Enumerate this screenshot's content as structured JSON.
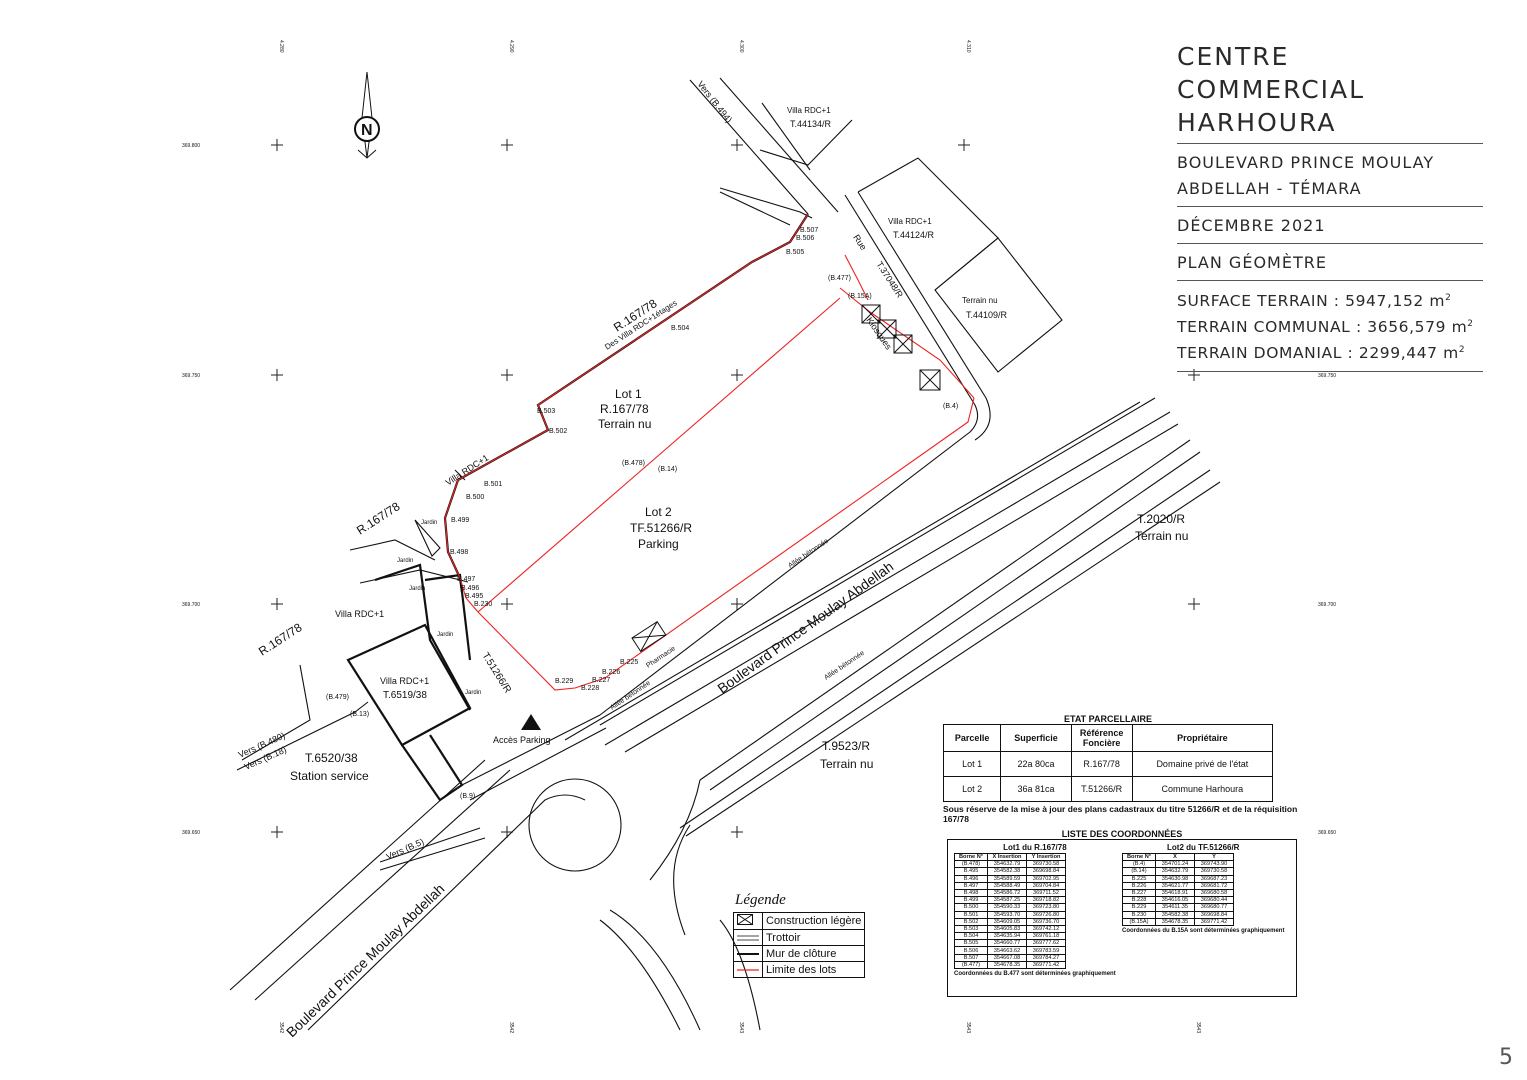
{
  "title_block": {
    "title_line1": "CENTRE COMMERCIAL",
    "title_line2": "HARHOURA",
    "address_line1": "BOULEVARD PRINCE MOULAY",
    "address_line2": "ABDELLAH - TÉMARA",
    "date": "DÉCEMBRE 2021",
    "plan_type": "PLAN GÉOMÈTRE",
    "surface_terrain": "SURFACE TERRAIN : 5947,152 m",
    "terrain_communal": "TERRAIN COMMUNAL : 3656,579 m",
    "terrain_domanial": "TERRAIN DOMANIAL : 2299,447 m",
    "sup": "2"
  },
  "page_number": "5",
  "north": "N",
  "map_labels": {
    "lot1": "Lot 1",
    "lot1_ref": "R.167/78",
    "lot1_desc": "Terrain nu",
    "lot2": "Lot 2",
    "lot2_ref": "TF.51266/R",
    "lot2_desc": "Parking",
    "villa_t44134_a": "Villa RDC+1",
    "villa_t44134_b": "T.44134/R",
    "villa_t44124_a": "Villa RDC+1",
    "villa_t44124_b": "T.44124/R",
    "terrain_t44109_a": "Terrain nu",
    "terrain_t44109_b": "T.44109/R",
    "rue": "Rue",
    "rue_ref": "T.37048/R",
    "vers_b494": "Vers (B.494)",
    "kiosques": "Kiosques",
    "r167_top": "R.167/78",
    "des_villa": "Des Villa RDC+1étages",
    "villa_rdc1_left": "Villa RDC+1",
    "r167_left": "R.167/78",
    "villa_rdc1_mid": "Villa RDC+1",
    "r167_low": "R.167/78",
    "villa_t6519_a": "Villa RDC+1",
    "villa_t6519_b": "T.6519/38",
    "t51266": "T.51266/R",
    "t6520_a": "T.6520/38",
    "t6520_b": "Station service",
    "vers_b480": "Vers (B.480)",
    "vers_b18": "Vers (B.18)",
    "acces": "Accès Parking",
    "vers_b5": "Vers (B.5)",
    "blvd_main": "Boulevard Prince Moulay Abdellah",
    "blvd_low": "Boulevard Prince Moulay Abdellah",
    "allee1": "Allée bétonnée",
    "allee2": "Allée bétonnée",
    "allee3": "Allée bétonnée",
    "pharmacie": "Pharmacie",
    "t2020_a": "T.2020/R",
    "t2020_b": "Terrain nu",
    "t9523_a": "T.9523/R",
    "t9523_b": "Terrain nu",
    "jardin": "Jardin"
  },
  "bornes": [
    "B.507",
    "B.506",
    "B.505",
    "(B.477)",
    "(B.15A)",
    "B.504",
    "B.503",
    "B.502",
    "(B.478)",
    "(B.14)",
    "(B.4)",
    "B.501",
    "B.500",
    "B.499",
    "B.498",
    "B.497",
    "B.496",
    "B.495",
    "B.230",
    "B.229",
    "B.228",
    "B.227",
    "B.226",
    "B.225",
    "(B.479)",
    "(B.13)",
    "(B.9)"
  ],
  "grid_labels": {
    "y800": "369.800",
    "y750": "369.750",
    "y700": "369.700",
    "y650": "369.650",
    "x_top": [
      "4.280",
      "4.290",
      "4.300",
      "4.310"
    ],
    "x_bottom": [
      "3542",
      "3542",
      "3543",
      "3543",
      "3543"
    ]
  },
  "legend": {
    "title": "Légende",
    "items": [
      "Construction légère",
      "Trottoir",
      "Mur de clôture",
      "Limite des lots"
    ]
  },
  "etat_parcellaire": {
    "title": "ETAT PARCELLAIRE",
    "headers": [
      "Parcelle",
      "Superficie",
      "Référence Foncière",
      "Propriétaire"
    ],
    "rows": [
      [
        "Lot 1",
        "22a 80ca",
        "R.167/78",
        "Domaine privé de l'état"
      ],
      [
        "Lot 2",
        "36a 81ca",
        "T.51266/R",
        "Commune Harhoura"
      ]
    ],
    "note": "Sous réserve de la mise à jour des plans cadastraux du titre 51266/R et de la réquisition 167/78"
  },
  "coordonnees": {
    "title": "LISTE DES COORDONNÉES",
    "lot1": {
      "caption": "Lot1 du R.167/78",
      "headers": [
        "Borne N°",
        "X Insertion",
        "Y Insertion"
      ],
      "rows": [
        [
          "(B.478)",
          "354632.79",
          "369730.58"
        ],
        [
          "B.495",
          "354582.38",
          "369698.84"
        ],
        [
          "B.496",
          "354589.59",
          "369702.95"
        ],
        [
          "B.497",
          "354588.49",
          "369704.84"
        ],
        [
          "B.498",
          "354586.72",
          "369711.52"
        ],
        [
          "B.499",
          "354587.25",
          "369718.82"
        ],
        [
          "B.500",
          "354590.33",
          "369723.80"
        ],
        [
          "B.501",
          "354593.70",
          "369726.80"
        ],
        [
          "B.502",
          "354609.05",
          "369736.70"
        ],
        [
          "B.503",
          "354605.83",
          "369742.12"
        ],
        [
          "B.504",
          "354635.94",
          "369761.18"
        ],
        [
          "B.505",
          "354660.77",
          "369777.62"
        ],
        [
          "B.506",
          "354663.62",
          "369783.59"
        ],
        [
          "B.507",
          "354667.08",
          "369784.27"
        ],
        [
          "(B.477)",
          "354678.35",
          "369771.42"
        ]
      ],
      "note": "Coordonnées du B.477 sont déterminées graphiquement"
    },
    "lot2": {
      "caption": "Lot2 du TF.51266/R",
      "headers": [
        "Borne N°",
        "X",
        "Y"
      ],
      "rows": [
        [
          "(B.4)",
          "354701.24",
          "369743.90"
        ],
        [
          "(B.14)",
          "354632.79",
          "369730.58"
        ],
        [
          "B.225",
          "354630.98",
          "369687.23"
        ],
        [
          "B.226",
          "354621.77",
          "369681.72"
        ],
        [
          "B.227",
          "354618.91",
          "369680.58"
        ],
        [
          "B.228",
          "354616.05",
          "369680.44"
        ],
        [
          "B.229",
          "354611.35",
          "369680.77"
        ],
        [
          "B.230",
          "354582.38",
          "369698.84"
        ],
        [
          "(B.15A)",
          "354678.35",
          "369771.42"
        ]
      ],
      "note": "Coordonnées du B.15A sont déterminées graphiquement"
    }
  }
}
